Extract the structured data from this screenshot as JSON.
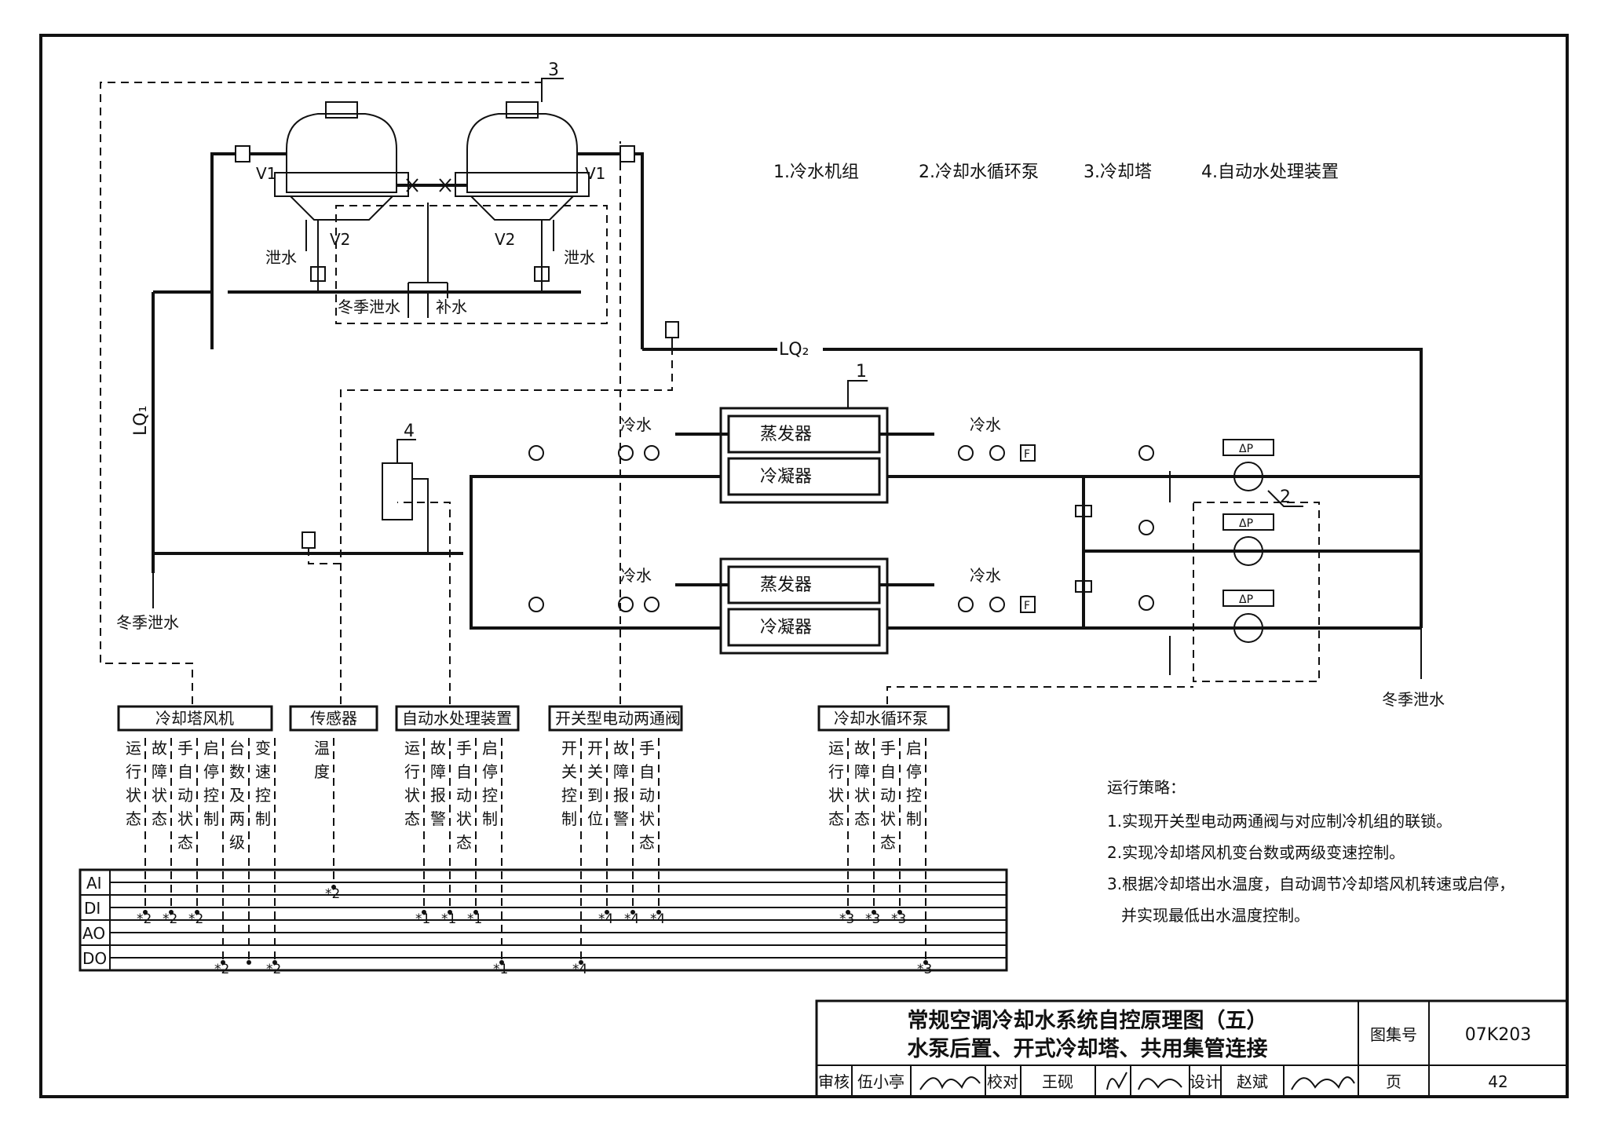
{
  "legend_items": [
    "1.冷水机组",
    "2.冷却水循环泵",
    "3.冷却塔",
    "4.自动水处理装置"
  ],
  "schematic": {
    "tower_number": "3",
    "chiller_number": "1",
    "pump_number": "2",
    "treatment_number": "4",
    "valve_v1": "V1",
    "valve_v2": "V2",
    "drain": "泄水",
    "winter_drain": "冬季泄水",
    "makeup_water": "补水",
    "pipe_lq1": "LQ₁",
    "pipe_lq2": "LQ₂",
    "chilled_water": "冷水",
    "evaporator": "蒸发器",
    "condenser": "冷凝器"
  },
  "io": {
    "types": [
      "AI",
      "DI",
      "AO",
      "DO"
    ],
    "groups": [
      {
        "name": "冷却塔风机",
        "points": [
          {
            "label": "运行状态",
            "row": 1,
            "tag": "*2"
          },
          {
            "label": "故障状态",
            "row": 1,
            "tag": "*2"
          },
          {
            "label": "手自动状态",
            "row": 1,
            "tag": "*2"
          },
          {
            "label": "启停控制",
            "row": 3,
            "tag": "*2"
          },
          {
            "label": "台数及两级",
            "row": 3,
            "tag": ""
          },
          {
            "label": "变速控制",
            "row": 3,
            "tag": "*2"
          }
        ]
      },
      {
        "name": "传感器",
        "points": [
          {
            "label": "温度",
            "row": 0,
            "tag": "*2"
          }
        ]
      },
      {
        "name": "自动水处理装置",
        "points": [
          {
            "label": "运行状态",
            "row": 1,
            "tag": "*1"
          },
          {
            "label": "故障报警",
            "row": 1,
            "tag": "*1"
          },
          {
            "label": "手自动状态",
            "row": 1,
            "tag": "*1"
          },
          {
            "label": "启停控制",
            "row": 3,
            "tag": "*1"
          }
        ]
      },
      {
        "name": "开关型电动两通阀",
        "points": [
          {
            "label": "开关控制",
            "row": 3,
            "tag": "*4"
          },
          {
            "label": "开关到位",
            "row": 1,
            "tag": "*4"
          },
          {
            "label": "故障报警",
            "row": 1,
            "tag": "*4"
          },
          {
            "label": "手自动状态",
            "row": 1,
            "tag": "*4"
          }
        ]
      },
      {
        "name": "冷却水循环泵",
        "points": [
          {
            "label": "运行状态",
            "row": 1,
            "tag": "*3"
          },
          {
            "label": "故障状态",
            "row": 1,
            "tag": "*3"
          },
          {
            "label": "手自动状态",
            "row": 1,
            "tag": "*3"
          },
          {
            "label": "启停控制",
            "row": 3,
            "tag": "*3"
          }
        ]
      }
    ]
  },
  "strategy": {
    "title": "运行策略：",
    "items": [
      "1.实现开关型电动两通阀与对应制冷机组的联锁。",
      "2.实现冷却塔风机变台数或两级变速控制。",
      "3.根据冷却塔出水温度，自动调节冷却塔风机转速或启停，",
      "并实现最低出水温度控制。"
    ]
  },
  "title_block": {
    "title_line1": "常规空调冷却水系统自控原理图（五）",
    "title_line2": "水泵后置、开式冷却塔、共用集管连接",
    "atlas_label": "图集号",
    "atlas_number": "07K203",
    "page_label": "页",
    "page_number": "42",
    "roles": [
      {
        "role": "审核",
        "name": "伍小亭"
      },
      {
        "role": "校对",
        "name": "王砚"
      },
      {
        "role": "设计",
        "name": "赵斌"
      }
    ]
  }
}
